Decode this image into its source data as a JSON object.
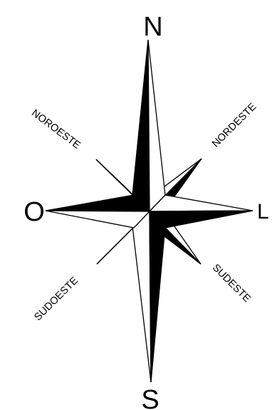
{
  "diagram": {
    "type": "compass-rose",
    "cardinals": {
      "north": "N",
      "south": "S",
      "east": "L",
      "west": "O"
    },
    "intercardinals": {
      "northwest": "NOROESTE",
      "northeast": "NORDESTE",
      "southeast": "SUDESTE",
      "southwest": "SUDOESTE"
    },
    "colors": {
      "ink": "#000000",
      "paper": "#ffffff"
    }
  }
}
